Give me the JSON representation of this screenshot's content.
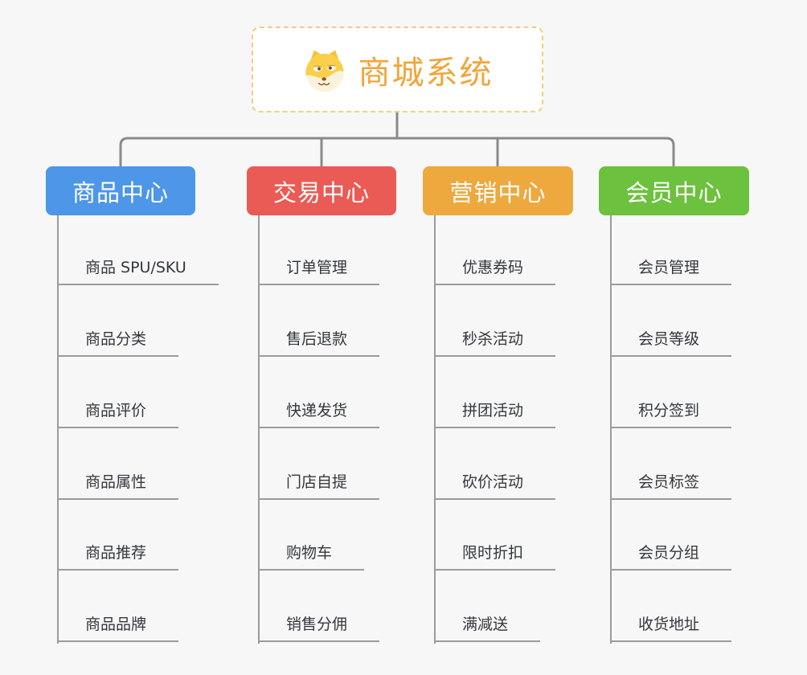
{
  "root": {
    "title": "商城系统",
    "icon": "doge-icon",
    "accent_color": "#f0a53b",
    "border_color": "#f5cc85"
  },
  "connector_color": "#8a8a8a",
  "branches": [
    {
      "label": "商品中心",
      "color": "#4d96e8",
      "items": [
        "商品 SPU/SKU",
        "商品分类",
        "商品评价",
        "商品属性",
        "商品推荐",
        "商品品牌"
      ]
    },
    {
      "label": "交易中心",
      "color": "#ea5b55",
      "items": [
        "订单管理",
        "售后退款",
        "快递发货",
        "门店自提",
        "购物车",
        "销售分佣"
      ]
    },
    {
      "label": "营销中心",
      "color": "#eda93e",
      "items": [
        "优惠券码",
        "秒杀活动",
        "拼团活动",
        "砍价活动",
        "限时折扣",
        "满减送"
      ]
    },
    {
      "label": "会员中心",
      "color": "#6cc13e",
      "items": [
        "会员管理",
        "会员等级",
        "积分签到",
        "会员标签",
        "会员分组",
        "收货地址"
      ]
    }
  ]
}
